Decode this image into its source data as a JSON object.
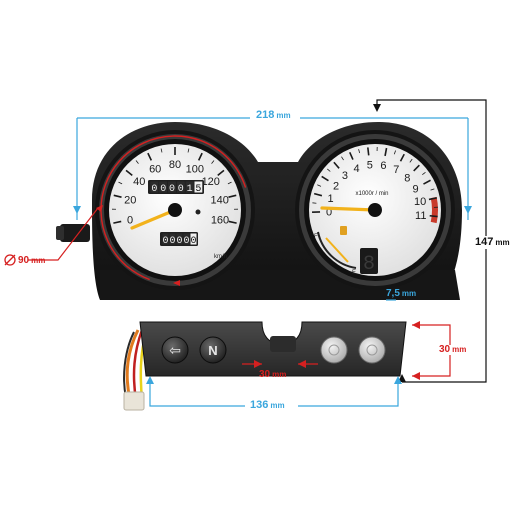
{
  "speedometer": {
    "ticks": [
      "0",
      "20",
      "40",
      "60",
      "80",
      "100",
      "120",
      "140",
      "160"
    ],
    "odometer": [
      "0",
      "0",
      "0",
      "0",
      "1",
      "5"
    ],
    "trip": [
      "0",
      "0",
      "0",
      "0",
      "0"
    ],
    "unit": "km/h"
  },
  "tachometer": {
    "ticks": [
      "0",
      "1",
      "2",
      "3",
      "4",
      "5",
      "6",
      "7",
      "8",
      "9",
      "10",
      "11"
    ],
    "unit": "x1000r / min",
    "gear_display": "8",
    "fuel_full": "F",
    "fuel_empty": "E"
  },
  "dimensions": {
    "width_total": {
      "value": "218",
      "unit": "mm"
    },
    "height_total": {
      "value": "147",
      "unit": "mm"
    },
    "diameter": {
      "value": "90",
      "unit": "mm"
    },
    "mount_offset": {
      "value": "7,5",
      "unit": "mm"
    },
    "button_height": {
      "value": "30",
      "unit": "mm"
    },
    "button_gap": {
      "value": "30",
      "unit": "mm"
    },
    "bottom_width": {
      "value": "136",
      "unit": "mm"
    }
  },
  "indicator_buttons": [
    {
      "name": "turn-signal",
      "glyph": "⇦"
    },
    {
      "name": "neutral",
      "glyph": "N"
    },
    {
      "name": "high-beam",
      "glyph": ""
    },
    {
      "name": "oil",
      "glyph": ""
    }
  ],
  "colors": {
    "dimension_blue": "#3aa6dd",
    "dimension_red": "#d62020",
    "needle": "#f2b21b",
    "housing": "#1c1c1c",
    "dial_face": "#f4f4f4"
  }
}
